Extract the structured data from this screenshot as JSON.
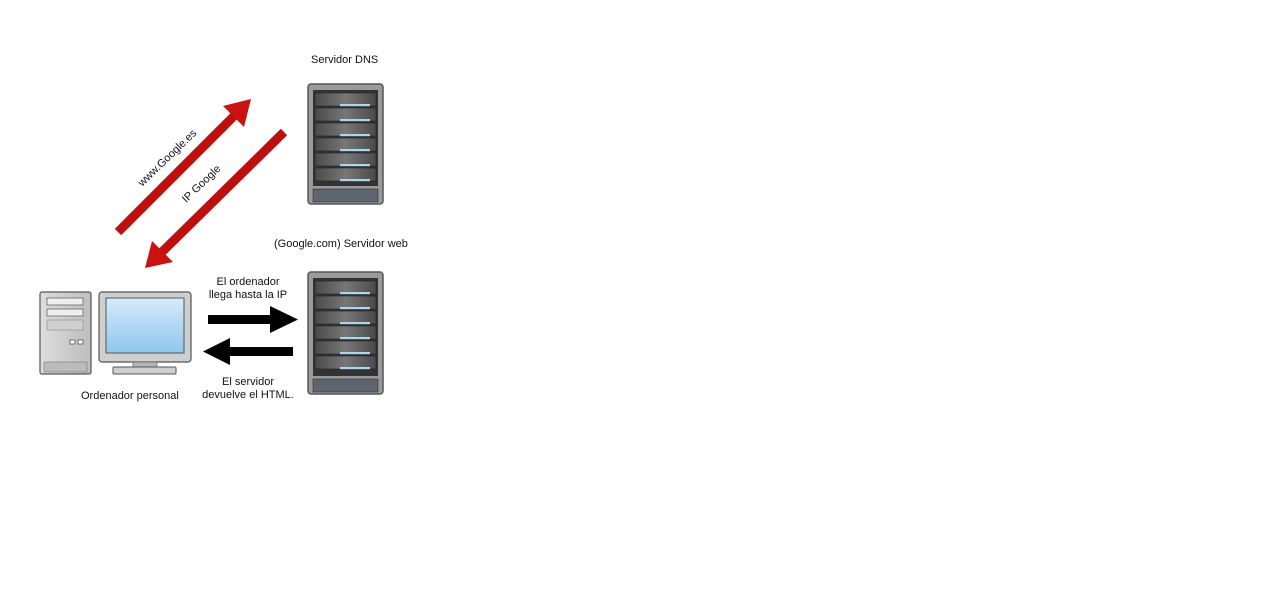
{
  "nodes": {
    "dns_server": {
      "label": "Servidor DNS"
    },
    "web_server": {
      "label": "(Google.com) Servidor web"
    },
    "personal_computer": {
      "label": "Ordenador personal"
    }
  },
  "edges": {
    "dns_query": {
      "label": "www.Google.es",
      "color": "#cc1111"
    },
    "dns_reply": {
      "label": "IP Google",
      "color": "#cc1111"
    },
    "http_request": {
      "line1": "El ordenador",
      "line2": "llega hasta la IP",
      "color": "#000000"
    },
    "http_response": {
      "line1": "El servidor",
      "line2": "devuelve el HTML.",
      "color": "#000000"
    }
  },
  "icons": {
    "server": "server-rack-icon",
    "computer": "desktop-computer-icon"
  }
}
